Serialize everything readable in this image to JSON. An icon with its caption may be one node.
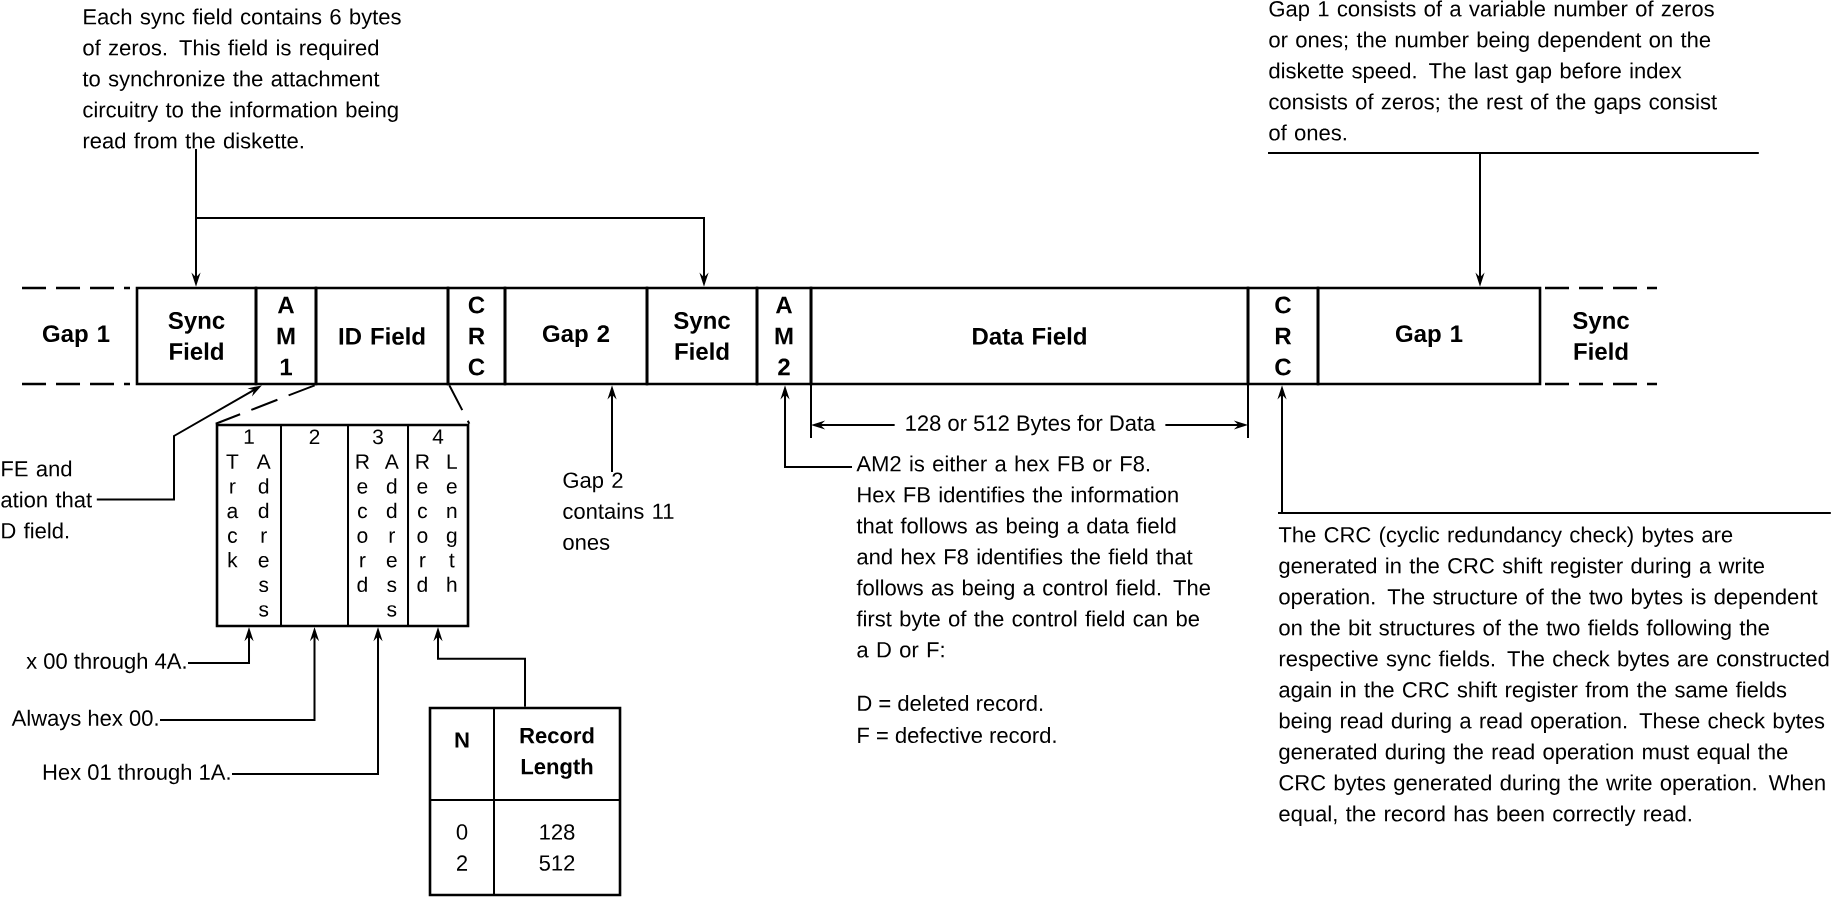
{
  "diagram": {
    "nodes": [
      {
        "text": [
          "Each sync field contains 6 bytes of zeros. This field is required to synchronize the attachment circuitry to the information being read from the diskette."
        ]
      },
      {
        "text": [
          "Gap 1"
        ]
      },
      {
        "text": [
          "Sync Field"
        ]
      },
      {
        "text": [
          "AM1"
        ]
      },
      {
        "text": [
          "ID Field"
        ]
      },
      {
        "text": [
          "CRC"
        ]
      },
      {
        "text": [
          "Gap 2"
        ]
      },
      {
        "text": [
          "Sync Field"
        ]
      },
      {
        "text": [
          "AM2"
        ]
      },
      {
        "text": [
          "Data Field"
        ]
      },
      {
        "text": [
          "CRC"
        ]
      },
      {
        "text": [
          "Gap 1"
        ]
      },
      {
        "text": [
          "Sync Field"
        ]
      },
      {
        "text": [
          "Gap 1 consists of a variable number of zeros or ones; the number being dependent on the diskette speed. The last gap before index consists of zeros; the rest of the gaps consist of ones."
        ]
      },
      {
        "text": [],
        "shape": "box"
      },
      {
        "text": [
          "1",
          "Track",
          "Address"
        ],
        "in": 14
      },
      {
        "text": [
          "2"
        ],
        "in": 14
      },
      {
        "text": [
          "3",
          "Record",
          "Address"
        ],
        "in": 14
      },
      {
        "text": [
          "4",
          "Record",
          "Length"
        ],
        "in": 14
      },
      {
        "text": [
          "FE and ation that D field."
        ]
      },
      {
        "text": [
          "x 00 through 4A."
        ]
      },
      {
        "text": [
          "Always hex 00."
        ]
      },
      {
        "text": [
          "Hex 01 through 1A."
        ]
      },
      {
        "text": [
          "N",
          "Record Length",
          "0",
          "128",
          "2",
          "512"
        ]
      },
      {
        "text": [
          "Gap 2 contains 11 ones"
        ]
      },
      {
        "text": [
          "AM2 is either a hex FB or F8. Hex FB identifies the information that follows as being a data field and hex F8 identifies the field that follows as being a control field. The first byte of the control field can be a D or F:"
        ]
      },
      {
        "text": [
          "The CRC (cyclic redundancy check) bytes are generated in the CRC shift register during a write operation. The structure of the two bytes is dependent on the bit structures of the two fields following the respective sync fields. The check bytes are constructed again in the CRC shift register from the same fields being read during a read operation. These check bytes generated during the read operation must equal the CRC bytes generated during the write operation. When equal, the record has been correctly read."
        ]
      }
    ],
    "edges": [
      {
        "from": 0,
        "to": 2,
        "arrow": "to"
      },
      {
        "from": 0,
        "to": 7,
        "arrow": "to"
      },
      {
        "from": 13,
        "to": 11,
        "arrow": "to"
      },
      {
        "from": 19,
        "to": 3,
        "arrow": "to"
      },
      {
        "from": 4,
        "to": 14,
        "arrow": "none",
        "style": "dashed"
      },
      {
        "from": 4,
        "to": 14,
        "arrow": "none",
        "style": "dashed"
      },
      {
        "from": 20,
        "to": 15,
        "arrow": "to"
      },
      {
        "from": 21,
        "to": 16,
        "arrow": "to"
      },
      {
        "from": 22,
        "to": 17,
        "arrow": "to"
      },
      {
        "from": 23,
        "to": 18,
        "arrow": "to"
      },
      {
        "from": 24,
        "to": 6,
        "arrow": "to"
      },
      {
        "from": 25,
        "to": 8,
        "arrow": "to"
      },
      {
        "from": 26,
        "to": 10,
        "arrow": "to"
      }
    ],
    "labels": [
      "128 or 512 Bytes for Data",
      "D = deleted record.",
      "F = defective record."
    ]
  }
}
